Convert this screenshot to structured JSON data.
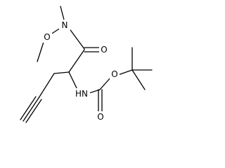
{
  "molecule": {
    "atoms": [
      {
        "id": "N1",
        "label": "N"
      },
      {
        "id": "O1",
        "label": "O"
      },
      {
        "id": "O2",
        "label": "O"
      },
      {
        "id": "NH",
        "label": "HN"
      },
      {
        "id": "O3",
        "label": "O"
      },
      {
        "id": "O4",
        "label": "O"
      }
    ]
  }
}
